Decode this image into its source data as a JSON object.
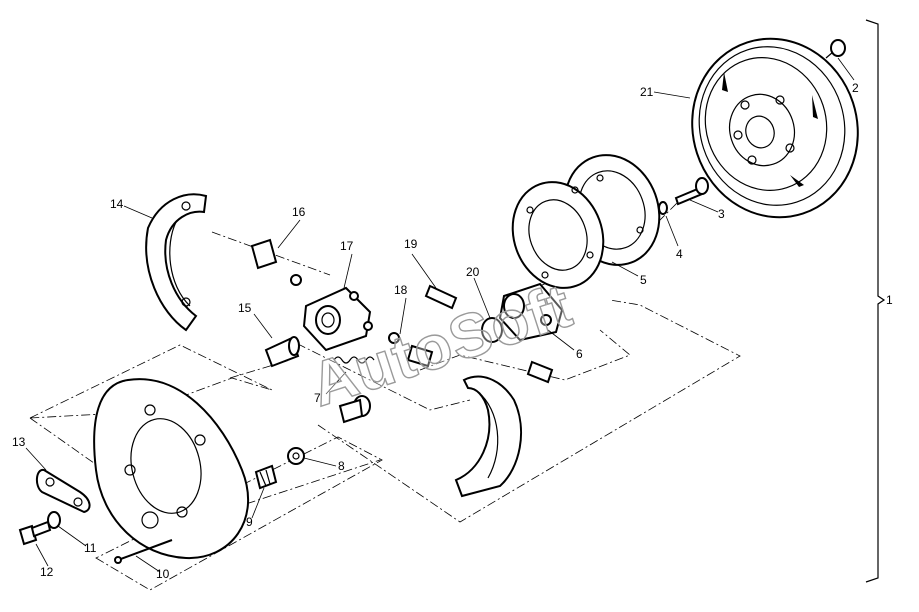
{
  "watermark": "AutoSoft",
  "callouts": [
    {
      "id": "c1",
      "text": "1"
    },
    {
      "id": "c2",
      "text": "2"
    },
    {
      "id": "c3",
      "text": "3"
    },
    {
      "id": "c4",
      "text": "4"
    },
    {
      "id": "c5",
      "text": "5"
    },
    {
      "id": "c6",
      "text": "6"
    },
    {
      "id": "c7",
      "text": "7"
    },
    {
      "id": "c8",
      "text": "8"
    },
    {
      "id": "c9",
      "text": "9"
    },
    {
      "id": "c10",
      "text": "10"
    },
    {
      "id": "c11",
      "text": "11"
    },
    {
      "id": "c12",
      "text": "12"
    },
    {
      "id": "c13",
      "text": "13"
    },
    {
      "id": "c14",
      "text": "14"
    },
    {
      "id": "c15",
      "text": "15"
    },
    {
      "id": "c16",
      "text": "16"
    },
    {
      "id": "c17",
      "text": "17"
    },
    {
      "id": "c18",
      "text": "18"
    },
    {
      "id": "c19",
      "text": "19"
    },
    {
      "id": "c20",
      "text": "20"
    },
    {
      "id": "c21",
      "text": "21"
    }
  ]
}
